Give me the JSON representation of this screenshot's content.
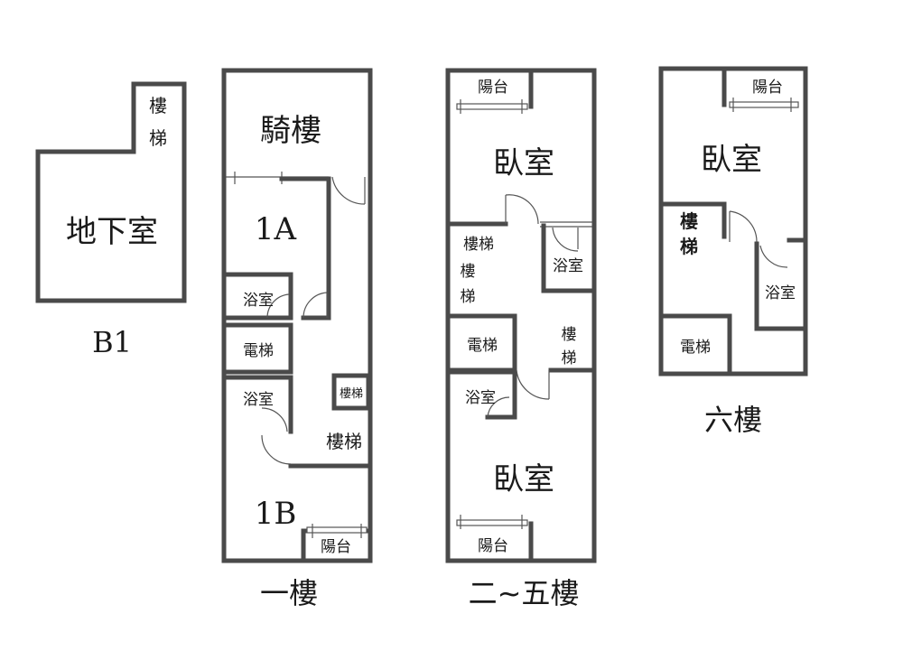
{
  "b1": {
    "basement": "地下室",
    "stair": [
      "樓",
      "梯"
    ],
    "caption": "B1"
  },
  "f1": {
    "arcade": "騎樓",
    "unit_a": "1A",
    "bath_a": "浴室",
    "elevator": "電梯",
    "bath_b": "浴室",
    "stair_small": "樓梯",
    "stair_big": "樓梯",
    "unit_b": "1B",
    "balcony": "陽台",
    "caption": "一樓"
  },
  "f25": {
    "balcony_top": "陽台",
    "bedroom_top": "臥室",
    "stair_lines": [
      "樓梯",
      "樓",
      "梯"
    ],
    "bath_top": "浴室",
    "elevator": "電梯",
    "stair_right": [
      "樓",
      "梯"
    ],
    "bath_bottom": "浴室",
    "bedroom_bottom": "臥室",
    "balcony_bottom": "陽台",
    "caption": "二~五樓"
  },
  "f6": {
    "balcony": "陽台",
    "bedroom": "臥室",
    "stair": [
      "樓",
      "梯"
    ],
    "bath": "浴室",
    "elevator": "電梯",
    "caption": "六樓"
  }
}
